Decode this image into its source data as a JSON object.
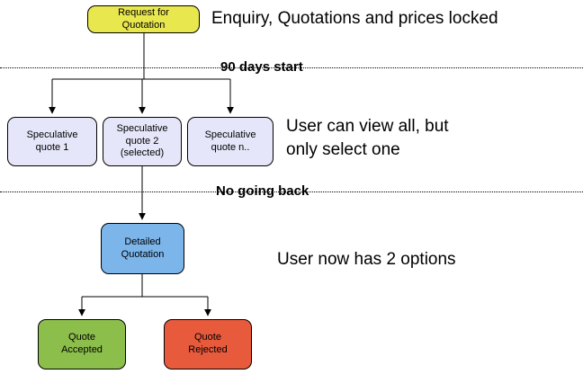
{
  "nodes": {
    "request": {
      "label": "Request for\nQuotation"
    },
    "spec1": {
      "label": "Speculative\nquote 1"
    },
    "spec2": {
      "label": "Speculative\nquote 2\n(selected)"
    },
    "specn": {
      "label": "Speculative\nquote n.."
    },
    "detailed": {
      "label": "Detailed\nQuotation"
    },
    "accepted": {
      "label": "Quote\nAccepted"
    },
    "rejected": {
      "label": "Quote\nRejected"
    }
  },
  "annotations": {
    "enquiry": "Enquiry, Quotations and prices locked",
    "days_start": "90 days start",
    "view_all": "User can view all, but\nonly select one",
    "no_going_back": "No going back",
    "two_options": "User now has 2 options"
  },
  "colors": {
    "request": "#e9e74e",
    "speculative": "#e6e6fa",
    "detailed": "#7cb5ea",
    "accepted": "#8cbe4b",
    "rejected": "#e85a3c"
  }
}
